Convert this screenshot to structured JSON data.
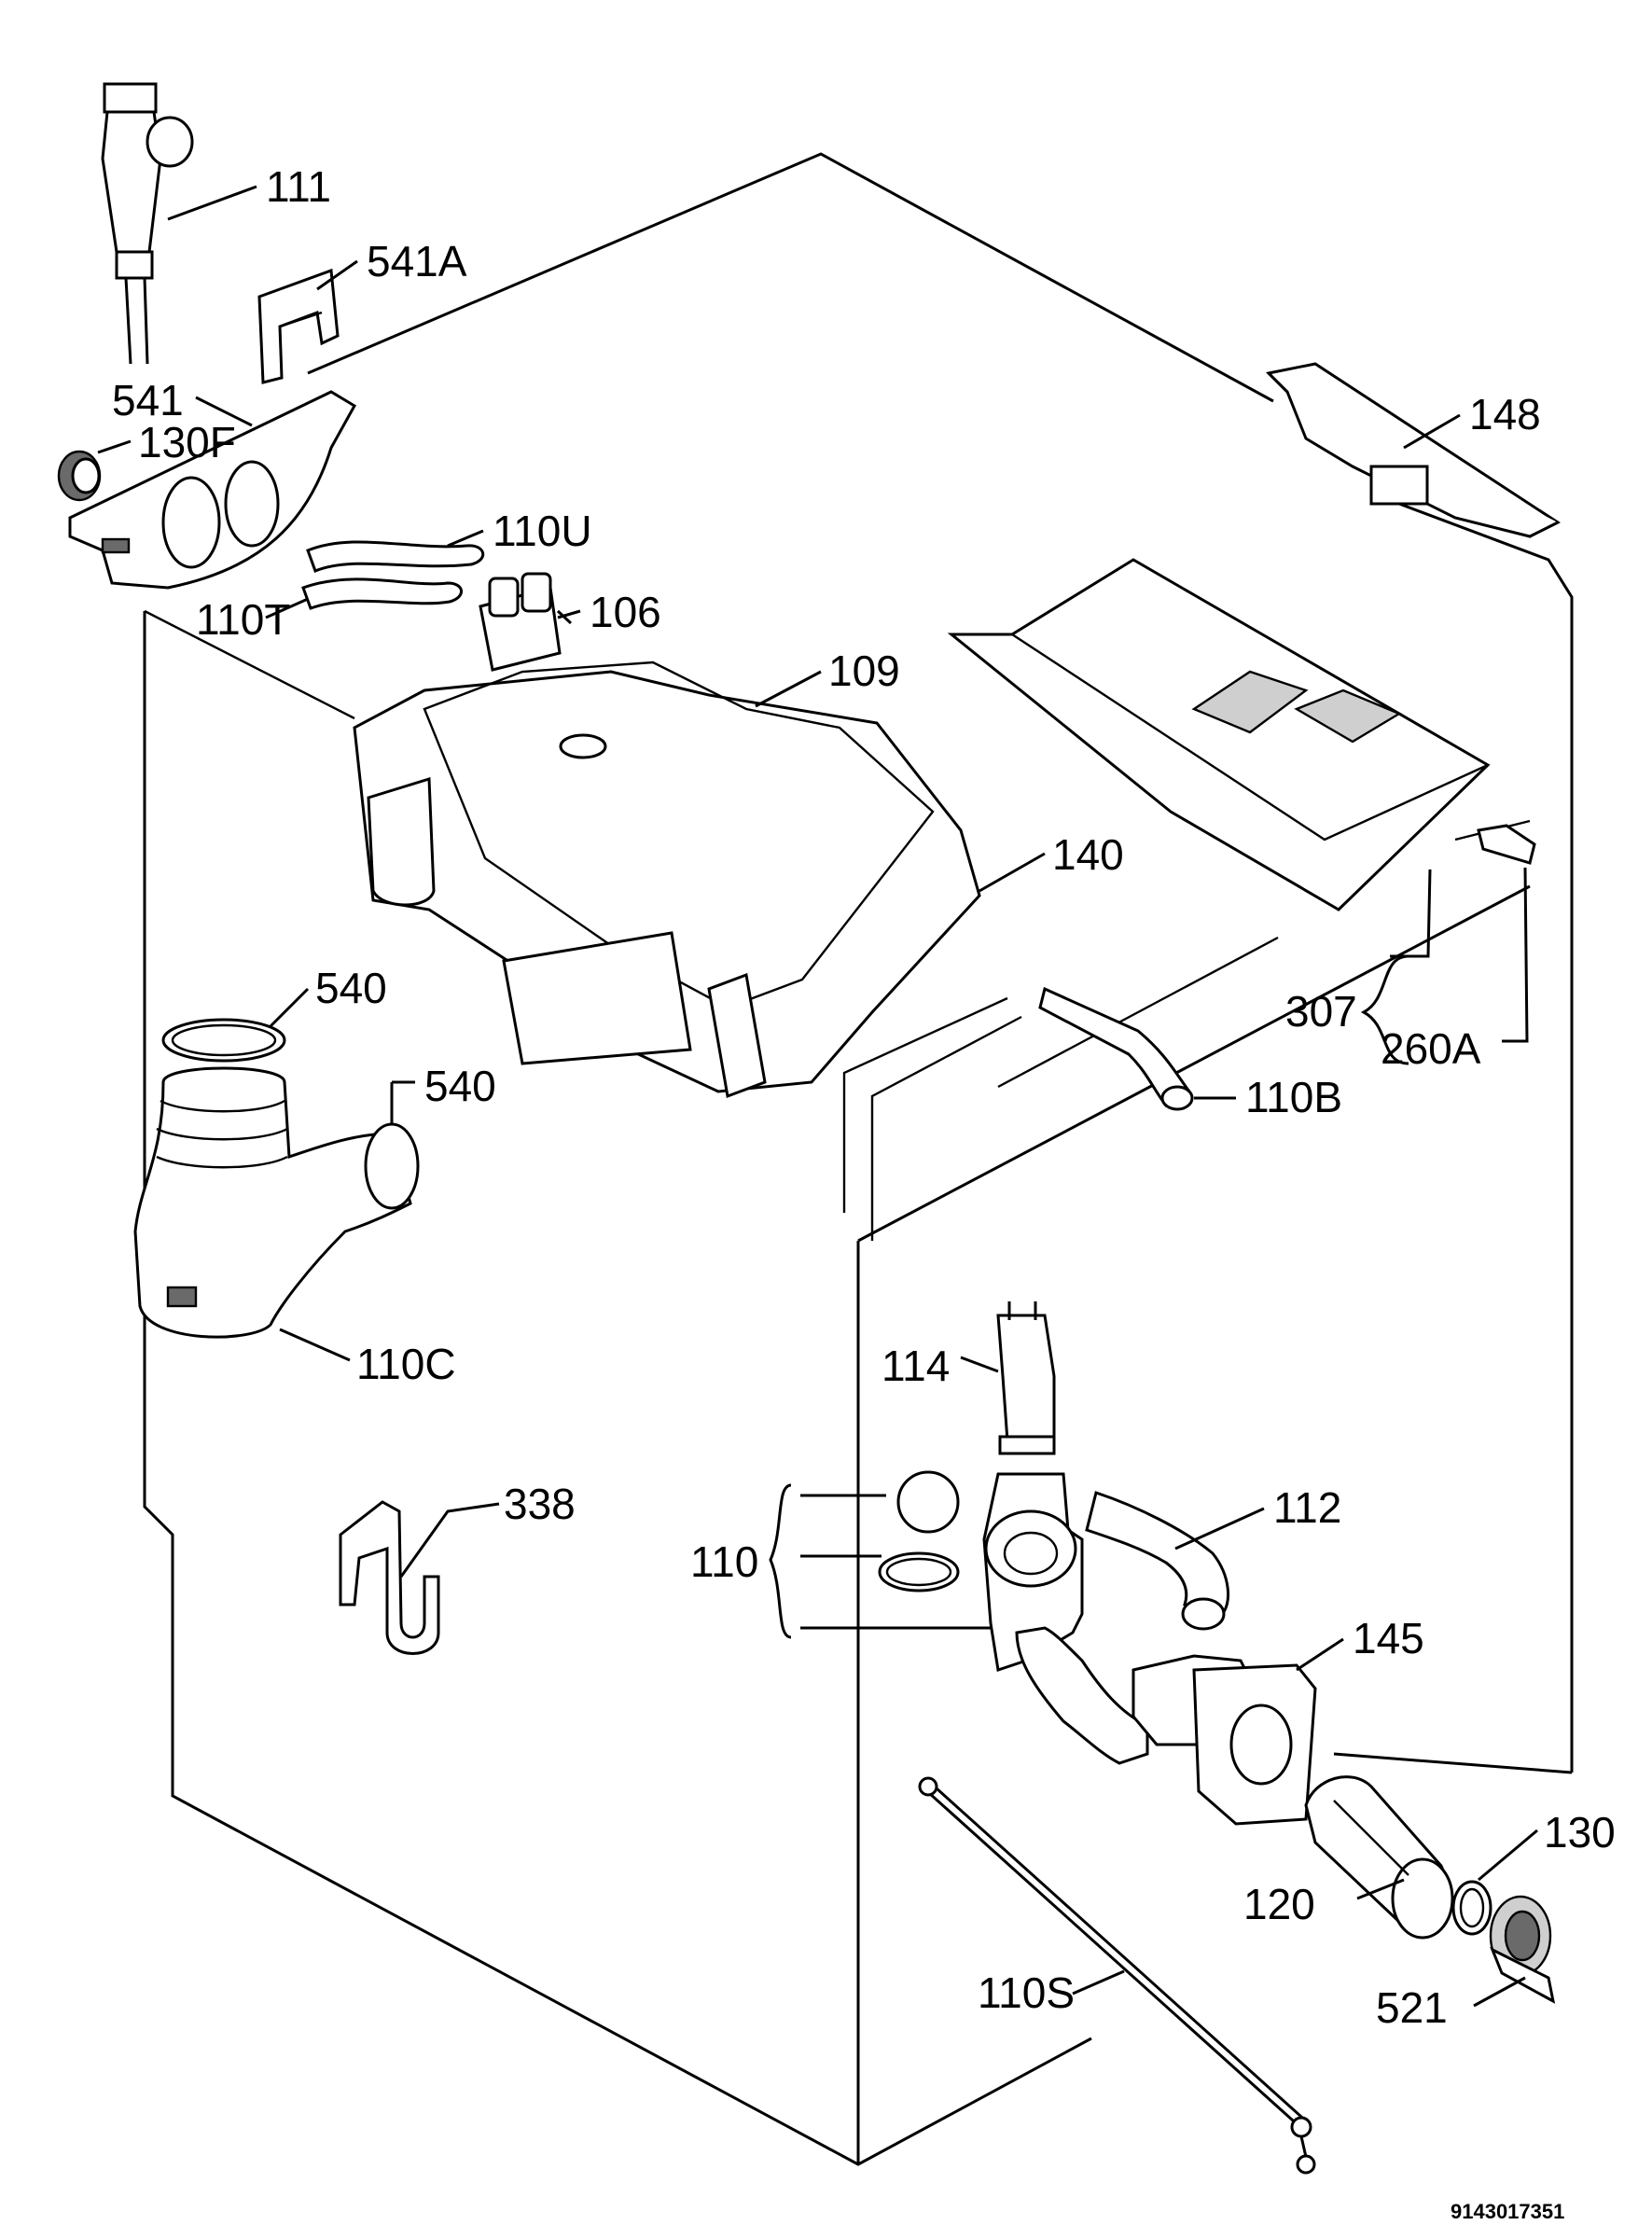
{
  "document_number": "9143017351",
  "callouts": [
    {
      "id": "111",
      "label": "111"
    },
    {
      "id": "541A",
      "label": "541A"
    },
    {
      "id": "541",
      "label": "541"
    },
    {
      "id": "130F",
      "label": "130F"
    },
    {
      "id": "110U",
      "label": "110U"
    },
    {
      "id": "110T",
      "label": "110T"
    },
    {
      "id": "106",
      "label": "106"
    },
    {
      "id": "109",
      "label": "109"
    },
    {
      "id": "148",
      "label": "148"
    },
    {
      "id": "140",
      "label": "140"
    },
    {
      "id": "540a",
      "label": "540"
    },
    {
      "id": "540b",
      "label": "540"
    },
    {
      "id": "307",
      "label": "307"
    },
    {
      "id": "260A",
      "label": "260A"
    },
    {
      "id": "110B",
      "label": "110B"
    },
    {
      "id": "110C",
      "label": "110C"
    },
    {
      "id": "114",
      "label": "114"
    },
    {
      "id": "338",
      "label": "338"
    },
    {
      "id": "112",
      "label": "112"
    },
    {
      "id": "110",
      "label": "110"
    },
    {
      "id": "145",
      "label": "145"
    },
    {
      "id": "130",
      "label": "130"
    },
    {
      "id": "120",
      "label": "120"
    },
    {
      "id": "110S",
      "label": "110S"
    },
    {
      "id": "521",
      "label": "521"
    }
  ]
}
